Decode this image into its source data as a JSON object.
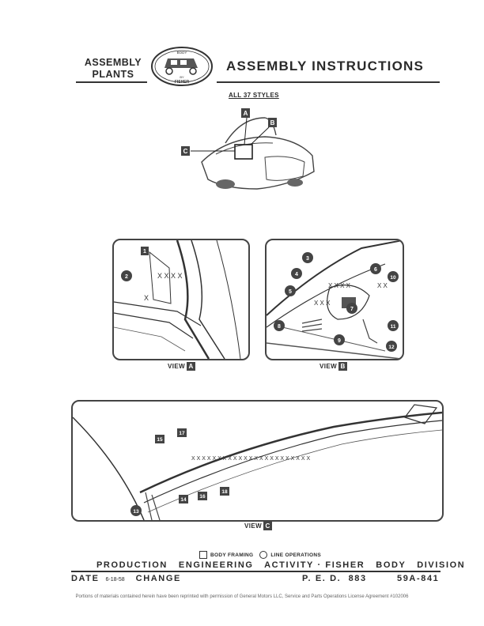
{
  "header": {
    "plants_label_line1": "ASSEMBLY",
    "plants_label_line2": "PLANTS",
    "logo_text": "BODY BY FISHER",
    "logo_top": "BODY",
    "logo_mid": "BY",
    "logo_bottom": "FISHER",
    "title": "ASSEMBLY INSTRUCTIONS"
  },
  "applies_to": "ALL 37 STYLES",
  "overview_callouts": [
    "A",
    "B",
    "C"
  ],
  "views": {
    "a": {
      "label": "VIEW",
      "letter": "A",
      "callouts": [
        "1",
        "2"
      ]
    },
    "b": {
      "label": "VIEW",
      "letter": "B",
      "callouts": [
        "3",
        "4",
        "5",
        "6",
        "7",
        "8",
        "9",
        "10",
        "11",
        "12"
      ]
    },
    "c": {
      "label": "VIEW",
      "letter": "C",
      "callouts": [
        "13",
        "14",
        "15",
        "16",
        "17",
        "18"
      ]
    }
  },
  "checkboxes": {
    "body_framing": "BODY FRAMING",
    "line_operations": "LINE OPERATIONS"
  },
  "footer": {
    "activity": "PRODUCTION   ENGINEERING   ACTIVITY · FISHER   BODY   DIVISION",
    "date_label": "DATE",
    "date_value": "6-18-58",
    "change_label": "CHANGE",
    "ped": "P. E. D.  883",
    "doc_number": "59A-841"
  },
  "legal": "Portions of materials contained herein have been reprinted with permission of General Motors LLC, Service and Parts Operations License Agreement #102006"
}
